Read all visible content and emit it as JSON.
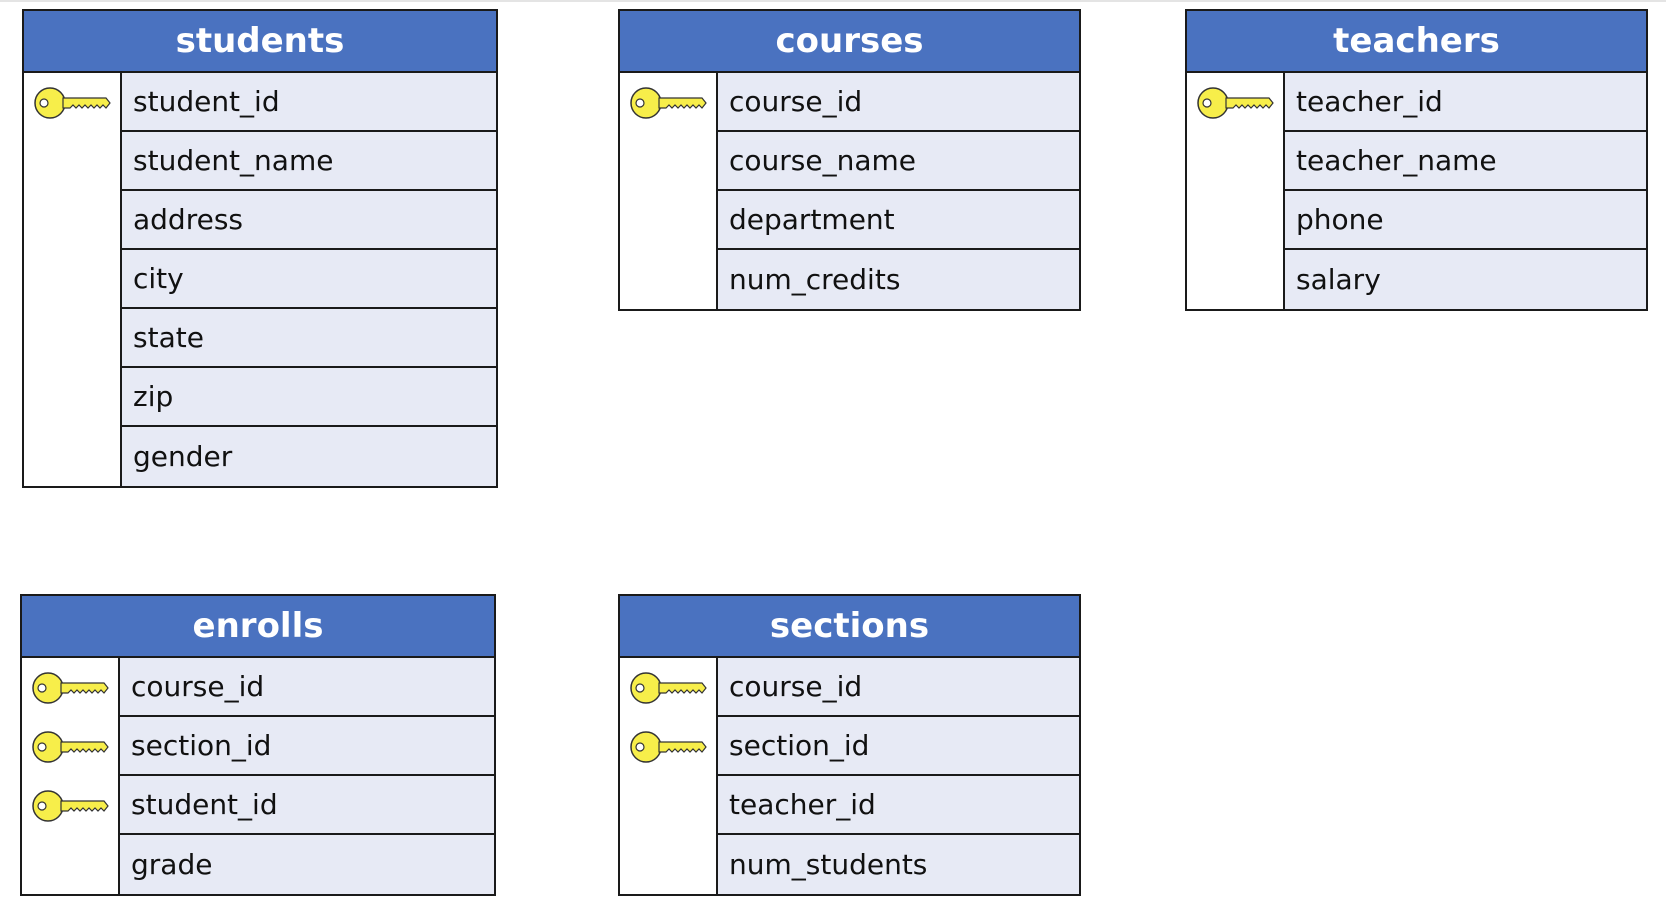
{
  "colors": {
    "header_bg": "#4a72c0",
    "header_text": "#ffffff",
    "row_bg": "#e7eaf5",
    "border": "#1a1a1a",
    "key_fill": "#f7ee4a"
  },
  "tables": {
    "students": {
      "title": "students",
      "fields": [
        "student_id",
        "student_name",
        "address",
        "city",
        "state",
        "zip",
        "gender"
      ],
      "primary_keys": [
        "student_id"
      ]
    },
    "courses": {
      "title": "courses",
      "fields": [
        "course_id",
        "course_name",
        "department",
        "num_credits"
      ],
      "primary_keys": [
        "course_id"
      ]
    },
    "teachers": {
      "title": "teachers",
      "fields": [
        "teacher_id",
        "teacher_name",
        "phone",
        "salary"
      ],
      "primary_keys": [
        "teacher_id"
      ]
    },
    "enrolls": {
      "title": "enrolls",
      "fields": [
        "course_id",
        "section_id",
        "student_id",
        "grade"
      ],
      "primary_keys": [
        "course_id",
        "section_id",
        "student_id"
      ]
    },
    "sections": {
      "title": "sections",
      "fields": [
        "course_id",
        "section_id",
        "teacher_id",
        "num_students"
      ],
      "primary_keys": [
        "course_id",
        "section_id"
      ]
    }
  }
}
